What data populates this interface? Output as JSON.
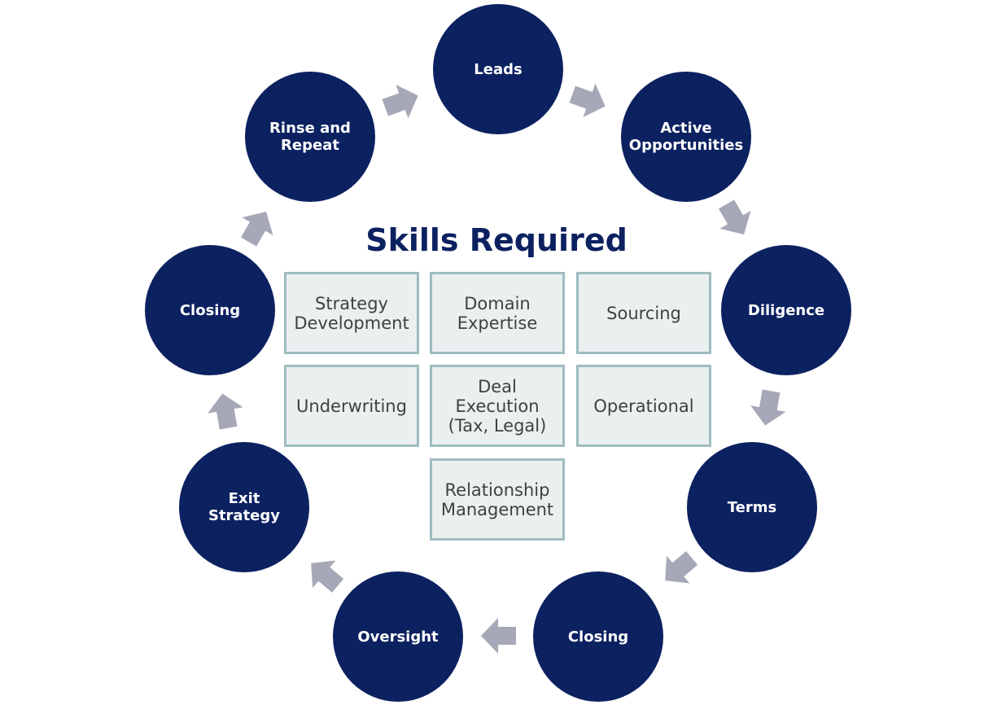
{
  "colors": {
    "node_fill": "#0c2160",
    "node_text": "#ffffff",
    "arrow_fill": "#a7a8b7",
    "title_text": "#0c2160",
    "box_fill": "#eaf0f0",
    "box_border": "#9fbcbf",
    "box_text": "#404040"
  },
  "diagram": {
    "title": "Skills Required",
    "cycle": [
      {
        "label": "Leads"
      },
      {
        "label": "Active\nOpportunities"
      },
      {
        "label": "Diligence"
      },
      {
        "label": "Terms"
      },
      {
        "label": "Closing"
      },
      {
        "label": "Oversight"
      },
      {
        "label": "Exit\nStrategy"
      },
      {
        "label": "Closing"
      },
      {
        "label": "Rinse and\nRepeat"
      }
    ],
    "skills": [
      {
        "label": "Strategy\nDevelopment"
      },
      {
        "label": "Domain\nExpertise"
      },
      {
        "label": "Sourcing"
      },
      {
        "label": "Underwriting"
      },
      {
        "label": "Deal\nExecution\n(Tax, Legal)"
      },
      {
        "label": "Operational"
      },
      {
        "label": "Relationship\nManagement"
      }
    ],
    "connectors": [
      {
        "icon": "right-arrow-icon",
        "from": "Leads",
        "to": "Active Opportunities"
      },
      {
        "icon": "right-arrow-icon",
        "from": "Active Opportunities",
        "to": "Diligence"
      },
      {
        "icon": "right-arrow-icon",
        "from": "Diligence",
        "to": "Terms"
      },
      {
        "icon": "right-arrow-icon",
        "from": "Terms",
        "to": "Closing"
      },
      {
        "icon": "right-arrow-icon",
        "from": "Closing",
        "to": "Oversight"
      },
      {
        "icon": "right-arrow-icon",
        "from": "Oversight",
        "to": "Exit Strategy"
      },
      {
        "icon": "right-arrow-icon",
        "from": "Exit Strategy",
        "to": "Closing"
      },
      {
        "icon": "right-arrow-icon",
        "from": "Closing",
        "to": "Rinse and Repeat"
      },
      {
        "icon": "right-arrow-icon",
        "from": "Rinse and Repeat",
        "to": "Leads"
      }
    ]
  }
}
